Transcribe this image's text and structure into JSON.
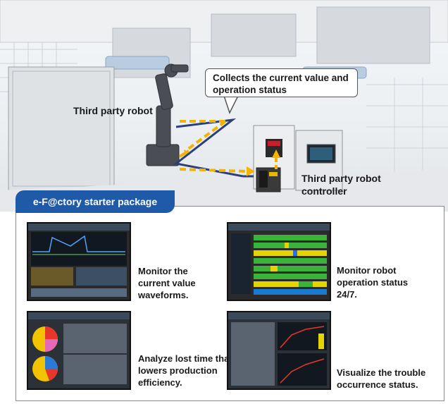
{
  "callout": {
    "line1": "Collects the current value and",
    "line2": "operation status"
  },
  "labels": {
    "robot": "Third party robot",
    "controller_line1": "Third party robot",
    "controller_line2": "controller"
  },
  "package": {
    "title": "e-F@ctory starter package",
    "items": [
      {
        "lines": [
          "Monitor the",
          "current value",
          "waveforms."
        ]
      },
      {
        "lines": [
          "Monitor robot",
          "operation status",
          "24/7."
        ]
      },
      {
        "lines": [
          "Analyze lost time that",
          "lowers production",
          "efficiency."
        ]
      },
      {
        "lines": [
          "Visualize the trouble",
          "occurrence status."
        ]
      }
    ]
  },
  "colors": {
    "brand_blue": "#1f5aa8",
    "flow_yellow": "#f2b400",
    "flow_navy": "#2b3f7a"
  },
  "icons": [
    "robot-arm-icon",
    "controller-cabinet-icon",
    "network-flow-arrows-icon"
  ]
}
